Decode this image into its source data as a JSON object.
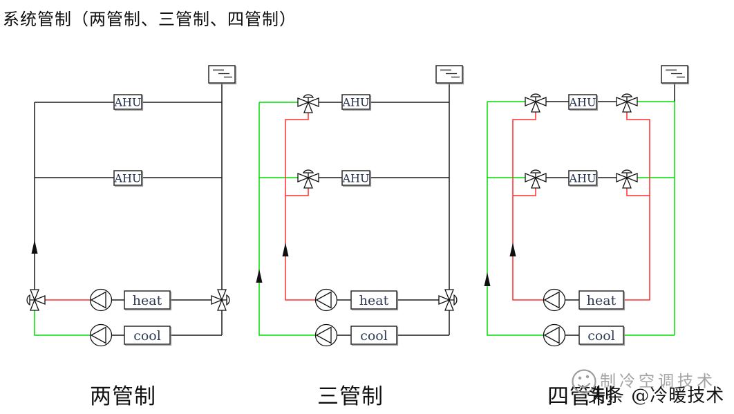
{
  "title": "系统管制（两管制、三管制、四管制）",
  "labels": {
    "ahu": "AHU",
    "heat": "heat",
    "cool": "cool"
  },
  "diagrams": [
    {
      "id": "two_pipe",
      "caption": "两管制"
    },
    {
      "id": "three_pipe",
      "caption": "三管制"
    },
    {
      "id": "four_pipe",
      "caption": "四管制"
    }
  ],
  "colors": {
    "heat_pipe": "#ff2b2b",
    "cool_pipe": "#00dd00",
    "common_pipe": "#1a1a1a"
  },
  "icons": {
    "valve": "three-way-valve",
    "pump": "circulation-pump",
    "tank": "expansion-tank",
    "arrow": "flow-direction-arrow",
    "logo": "smiley-face-logo"
  },
  "watermark": {
    "gray_text": "制冷空调技术",
    "black_text": "头条 @冷暖技术"
  }
}
